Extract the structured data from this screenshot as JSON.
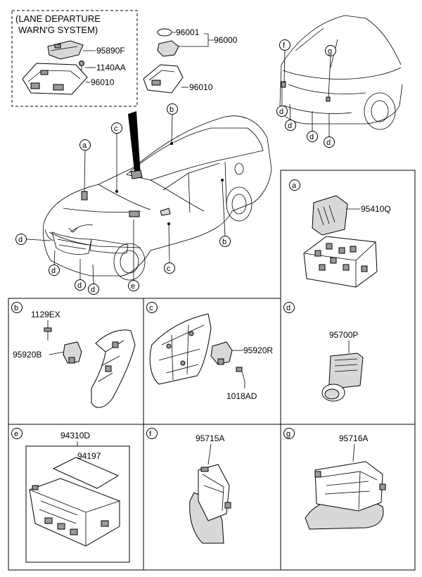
{
  "lane_box": {
    "caption_line1": "(LANE DEPARTURE",
    "caption_line2": "WARN'G SYSTEM)",
    "parts": [
      "95890F",
      "1140AA",
      "96010"
    ]
  },
  "top_center": {
    "parts": [
      "96001",
      "96000",
      "96010"
    ]
  },
  "callouts": {
    "a": "a",
    "b": "b",
    "c": "c",
    "d": "d",
    "e": "e",
    "f": "f",
    "g": "g"
  },
  "panels": {
    "a": {
      "label": "a",
      "parts": [
        "95410Q"
      ]
    },
    "b": {
      "label": "b",
      "parts": [
        "1129EX",
        "95920B"
      ]
    },
    "c": {
      "label": "c",
      "parts": [
        "95920R",
        "1018AD"
      ]
    },
    "d": {
      "label": "d",
      "parts": [
        "95700P"
      ]
    },
    "e": {
      "label": "e",
      "parts": [
        "94310D",
        "94197"
      ]
    },
    "f": {
      "label": "f",
      "parts": [
        "95715A"
      ]
    },
    "g": {
      "label": "g",
      "parts": [
        "95716A"
      ]
    }
  }
}
